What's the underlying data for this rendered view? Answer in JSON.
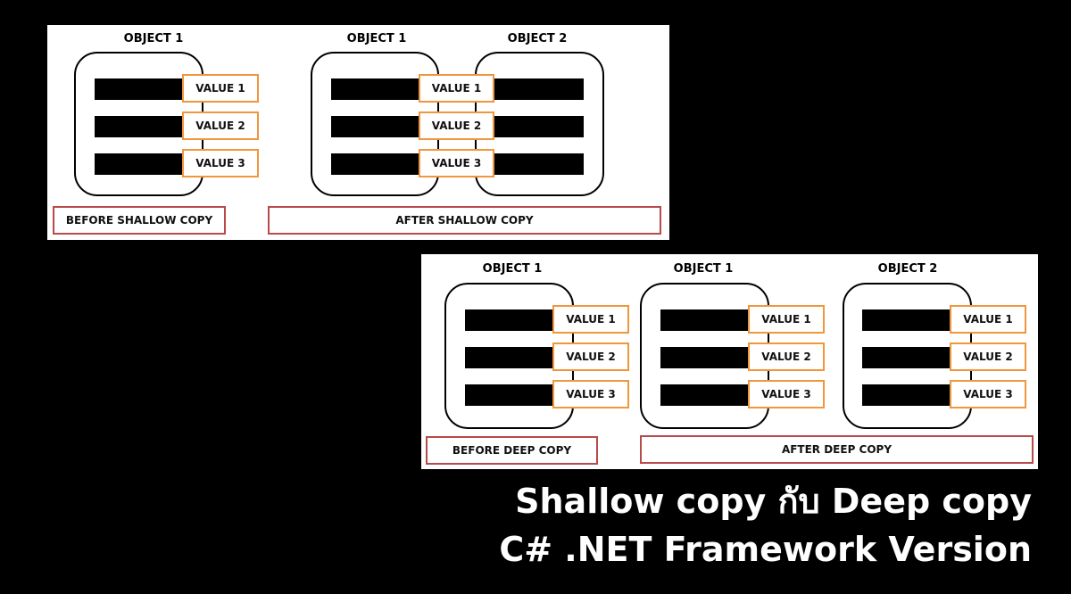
{
  "shallow": {
    "object1_before": "OBJECT 1",
    "object1_after": "OBJECT 1",
    "object2_after": "OBJECT 2",
    "values": [
      "VALUE 1",
      "VALUE 2",
      "VALUE 3"
    ],
    "caption_before": "BEFORE SHALLOW COPY",
    "caption_after": "AFTER SHALLOW COPY"
  },
  "deep": {
    "object1_before": "OBJECT 1",
    "object1_after": "OBJECT 1",
    "object2_after": "OBJECT 2",
    "values": [
      "VALUE 1",
      "VALUE 2",
      "VALUE 3"
    ],
    "caption_before": "BEFORE DEEP COPY",
    "caption_after": "AFTER DEEP COPY"
  },
  "headline": {
    "line1": "Shallow copy กับ Deep copy",
    "line2": "C# .NET Framework Version"
  },
  "colors": {
    "value_border": "#f0963c",
    "caption_border": "#b84a4a",
    "background": "#000000"
  }
}
